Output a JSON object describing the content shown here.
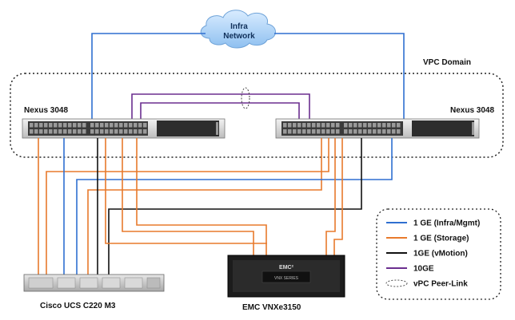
{
  "cloud": {
    "line1": "Infra",
    "line2": "Network"
  },
  "vpc_domain_label": "VPC Domain",
  "switches": [
    {
      "label": "Nexus 3048"
    },
    {
      "label": "Nexus 3048"
    }
  ],
  "devices": {
    "server": "Cisco UCS C220 M3",
    "storage": "EMC VNXe3150",
    "storage_brand": "EMC²",
    "storage_series": "VNX SERIES"
  },
  "legend": [
    {
      "label": "1 GE (Infra/Mgmt)",
      "color": "#2f6fd0",
      "style": "solid"
    },
    {
      "label": "1 GE (Storage)",
      "color": "#e87a2c",
      "style": "solid"
    },
    {
      "label": "1GE (vMotion)",
      "color": "#111111",
      "style": "solid"
    },
    {
      "label": "10GE",
      "color": "#6b2e8f",
      "style": "solid"
    },
    {
      "label": "vPC Peer-Link",
      "color": "#555555",
      "style": "dotted-ellipse"
    }
  ],
  "colors": {
    "mgmt": "#2f6fd0",
    "storage": "#e87a2c",
    "vmotion": "#111111",
    "tenGE": "#6b2e8f"
  }
}
